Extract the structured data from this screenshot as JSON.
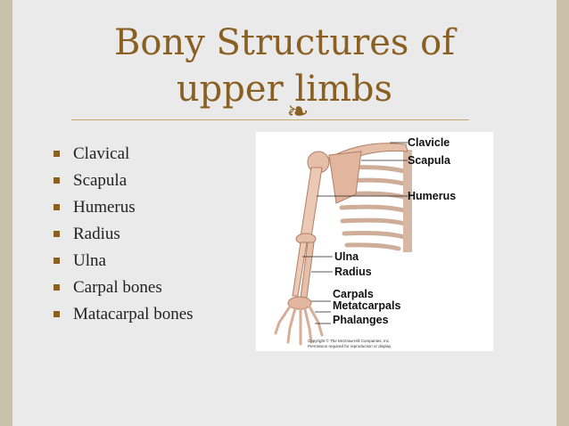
{
  "slide": {
    "title_line1": "Bony Structures of",
    "title_line2": "upper limbs",
    "emblem": "❧",
    "colors": {
      "title": "#8a5f22",
      "bullet": "#8a5f22",
      "background": "#eaeaea",
      "frame": "#c9c1a8"
    },
    "bullets": [
      "Clavical",
      "Scapula",
      "Humerus",
      "Radius",
      "Ulna",
      "Carpal bones",
      "Matacarpal bones"
    ]
  },
  "figure": {
    "labels": [
      "Clavicle",
      "Scapula",
      "Humerus",
      "Ulna",
      "Radius",
      "Carpals",
      "Metatcarpals",
      "Phalanges"
    ],
    "copyright_line1": "Copyright © The McGraw-Hill Companies, Inc.",
    "copyright_line2": "Permission required for reproduction or display."
  }
}
